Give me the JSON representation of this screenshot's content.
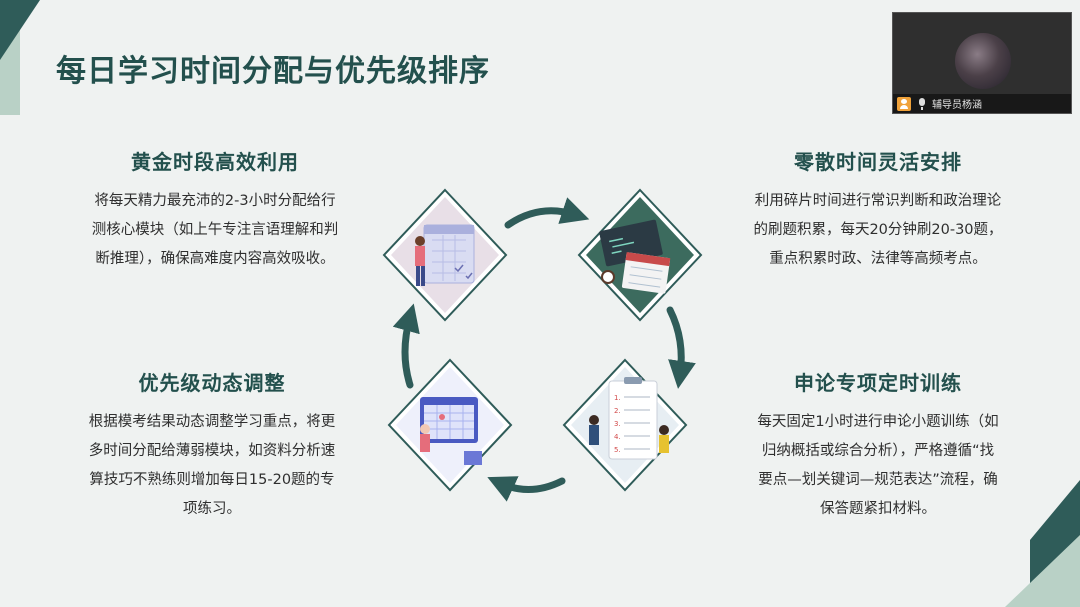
{
  "slide": {
    "title": "每日学习时间分配与优先级排序",
    "blocks": [
      {
        "heading": "黄金时段高效利用",
        "lines": [
          "将每天精力最充沛的2-3小时分配给行",
          "测核心模块（如上午专注言语理解和判",
          "断推理），确保高难度内容高效吸收。"
        ]
      },
      {
        "heading": "零散时间灵活安排",
        "lines": [
          "利用碎片时间进行常识判断和政治理论",
          "的刷题积累，每天20分钟刷20-30题，",
          "重点积累时政、法律等高频考点。"
        ]
      },
      {
        "heading": "优先级动态调整",
        "lines": [
          "根据模考结果动态调整学习重点，将更",
          "多时间分配给薄弱模块，如资料分析速",
          "算技巧不熟练则增加每日15-20题的专",
          "项练习。"
        ]
      },
      {
        "heading": "申论专项定时训练",
        "lines": [
          "每天固定1小时进行申论小题训练（如",
          "归纳概括或综合分析），严格遵循“找",
          "要点—划关键词—规范表达”流程，确",
          "保答题紧扣材料。"
        ]
      }
    ],
    "list_numbers": [
      "1.",
      "2.",
      "3.",
      "4.",
      "5."
    ]
  },
  "webcam": {
    "name": "辅导员杨涵",
    "icons": [
      "user-icon",
      "mic-icon"
    ]
  },
  "colors": {
    "title": "#23504d",
    "accent_dark": "#2f5c59",
    "accent_light": "#b9d1c6",
    "background": "#eff2f1"
  }
}
